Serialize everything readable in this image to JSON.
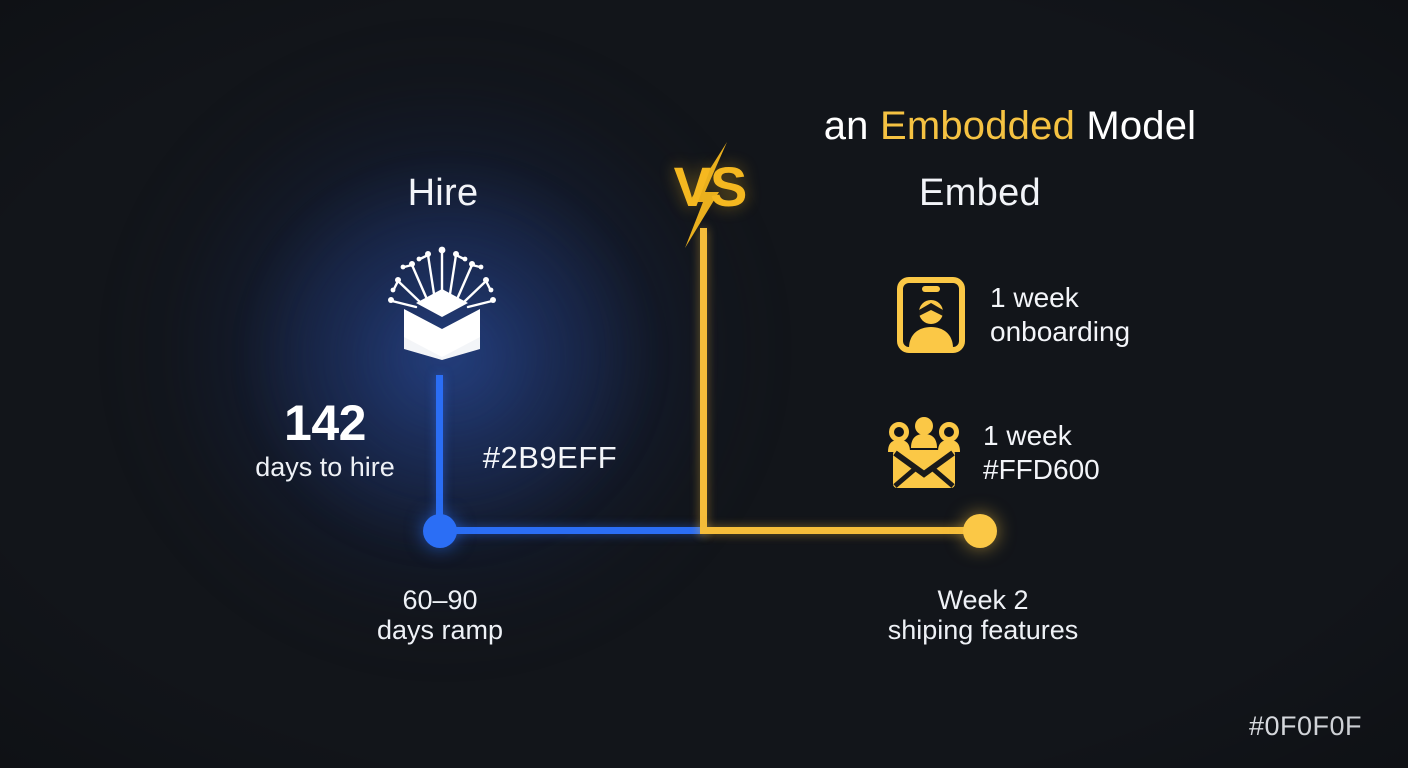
{
  "background": {
    "page_color": "#12151a",
    "hex_note": "#0F0F0F"
  },
  "headline": {
    "prefix": "an ",
    "accent": "Embodded",
    "suffix": " Model"
  },
  "columns": {
    "left_title": "Hire",
    "right_title": "Embed"
  },
  "versus": {
    "label": "VS",
    "icon": "lightning-bolt-icon",
    "color": "#f5b820"
  },
  "left_side": {
    "icon": "ai-neural-network-icon",
    "stat_number": "142",
    "stat_label": "days to hire",
    "hex_label": "#2B9EFF",
    "caption_line1": "60–90",
    "caption_line2": "days ramp",
    "line_color": "#2b6ef5",
    "node_color": "#2b6ef5"
  },
  "right_side": {
    "features": [
      {
        "icon": "id-badge-person-icon",
        "text": "1 week\nonboarding"
      },
      {
        "icon": "people-group-envelope-icon",
        "text": "1 week\n#FFD600"
      }
    ],
    "caption_line1": "Week 2",
    "caption_line2": "shiping features",
    "line_color": "#f5bd3a",
    "node_color": "#fbc846"
  }
}
